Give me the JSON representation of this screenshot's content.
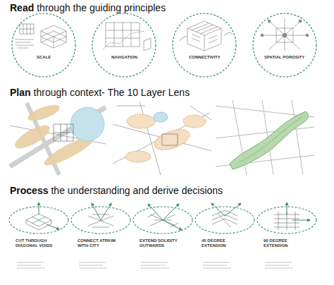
{
  "diagram": {
    "nodes": [
      {
        "text": [
          "SCALE"
        ]
      },
      {
        "text": [
          "NAVIGATION"
        ]
      },
      {
        "text": [
          "CONNECTIVITY"
        ]
      },
      {
        "text": [
          "SPATIAL POROSITY"
        ]
      },
      {
        "text": [
          "CUT THROUGH DIAGONAL VOIDS"
        ]
      },
      {
        "text": [
          "CONNECT ATRIUM WITH CITY"
        ]
      },
      {
        "text": [
          "EXTEND SOLIDITY OUTWARDS"
        ]
      },
      {
        "text": [
          "45 DEGREE EXTENSION"
        ]
      },
      {
        "text": [
          "90 DEGREE EXTENSION"
        ]
      }
    ],
    "labels": [
      "Read",
      "through the guiding principles",
      "Plan",
      "through context- The 10 Layer Lens",
      "Process",
      "the understanding and derive decisions"
    ]
  }
}
